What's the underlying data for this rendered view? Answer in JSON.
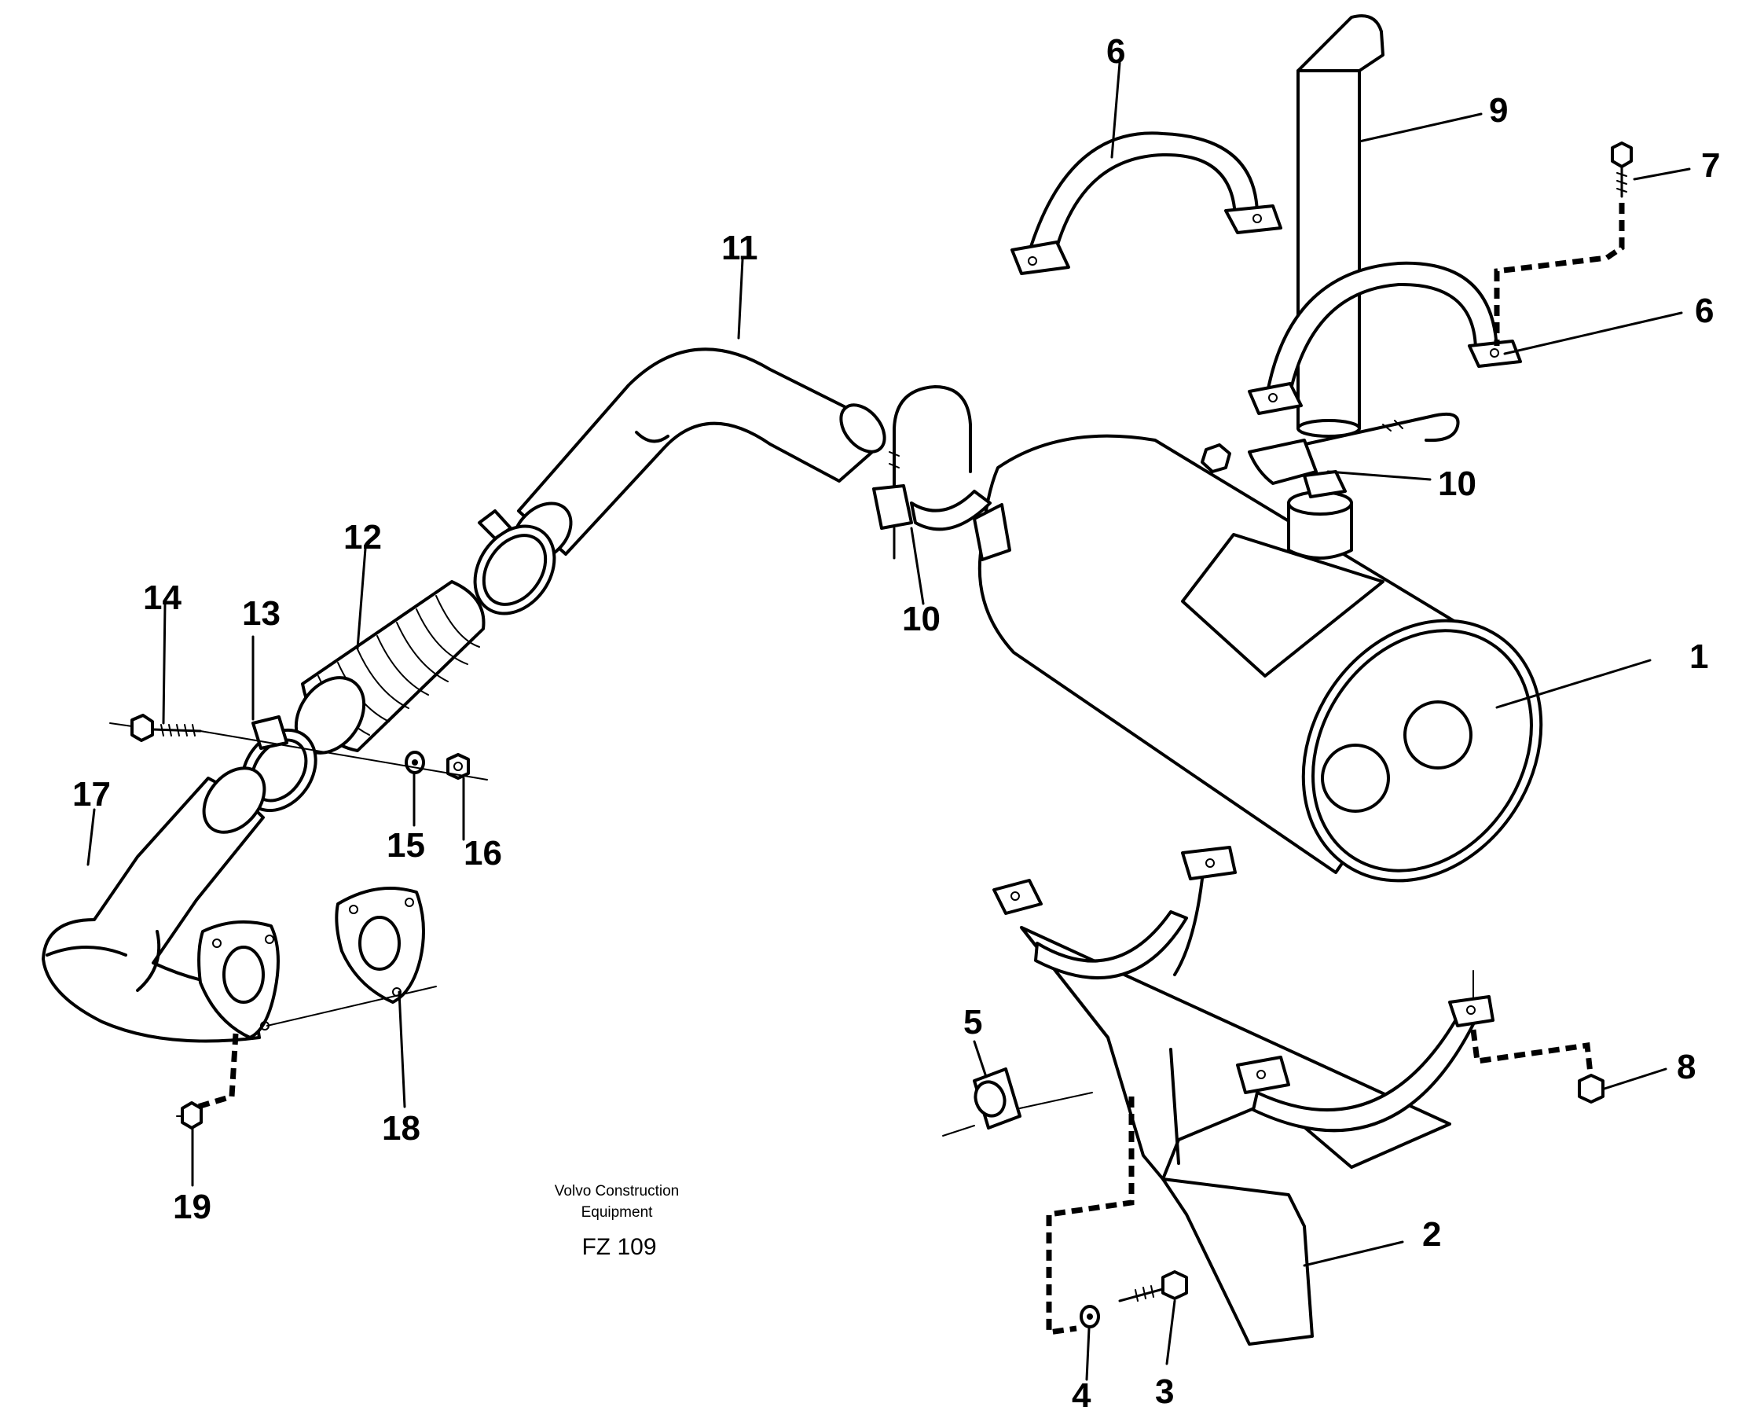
{
  "caption": {
    "maker_line1": "Volvo Construction",
    "maker_line2": "Equipment",
    "figure_code": "FZ 109"
  },
  "callouts": [
    {
      "id": "c1",
      "label": "1"
    },
    {
      "id": "c2",
      "label": "2"
    },
    {
      "id": "c3",
      "label": "3"
    },
    {
      "id": "c4",
      "label": "4"
    },
    {
      "id": "c5",
      "label": "5"
    },
    {
      "id": "c6a",
      "label": "6"
    },
    {
      "id": "c6b",
      "label": "6"
    },
    {
      "id": "c7",
      "label": "7"
    },
    {
      "id": "c8",
      "label": "8"
    },
    {
      "id": "c9",
      "label": "9"
    },
    {
      "id": "c10a",
      "label": "10"
    },
    {
      "id": "c10b",
      "label": "10"
    },
    {
      "id": "c11",
      "label": "11"
    },
    {
      "id": "c12",
      "label": "12"
    },
    {
      "id": "c13",
      "label": "13"
    },
    {
      "id": "c14",
      "label": "14"
    },
    {
      "id": "c15",
      "label": "15"
    },
    {
      "id": "c16",
      "label": "16"
    },
    {
      "id": "c17",
      "label": "17"
    },
    {
      "id": "c18",
      "label": "18"
    },
    {
      "id": "c19",
      "label": "19"
    }
  ]
}
